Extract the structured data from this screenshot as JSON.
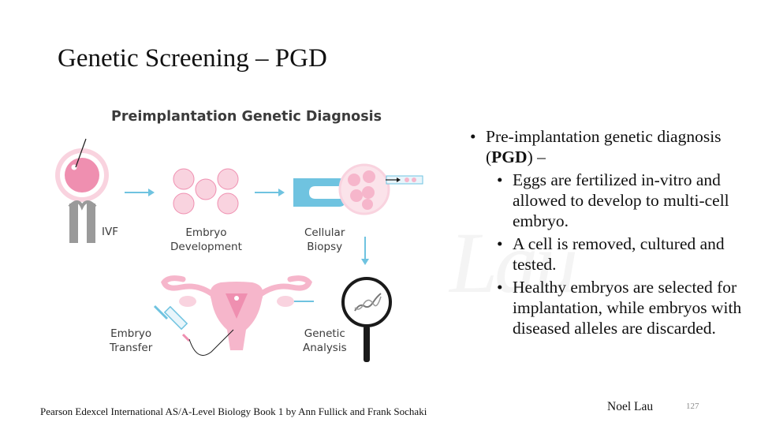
{
  "slide": {
    "title": "Genetic Screening – PGD",
    "figure": {
      "title": "Preimplantation Genetic Diagnosis",
      "labels": {
        "ivf": "IVF",
        "embryo_development_1": "Embryo",
        "embryo_development_2": "Development",
        "cellular_biopsy_1": "Cellular",
        "cellular_biopsy_2": "Biopsy",
        "genetic_analysis_1": "Genetic",
        "genetic_analysis_2": "Analysis",
        "embryo_transfer_1": "Embryo",
        "embryo_transfer_2": "Transfer"
      },
      "colors": {
        "pink": "#ef8fb0",
        "light_pink": "#f9d3df",
        "gray": "#9a9a9a",
        "blue": "#6fc3e0",
        "black": "#1a1a1a"
      }
    },
    "bullets": {
      "main_text": "Pre-implantation genetic diagnosis (",
      "main_bold": "PGD",
      "main_tail": ") –",
      "sub": [
        "Eggs are fertilized in-vitro and allowed to develop to multi-cell embryo.",
        "A cell is removed, cultured and tested.",
        "Healthy embryos are selected for implantation, while embryos with diseased alleles are discarded."
      ]
    },
    "watermark": "Lau",
    "footer": {
      "source": "Pearson Edexcel International AS/A-Level Biology Book 1 by Ann Fullick and Frank Sochaki",
      "author": "Noel Lau",
      "page_number": "127"
    }
  }
}
